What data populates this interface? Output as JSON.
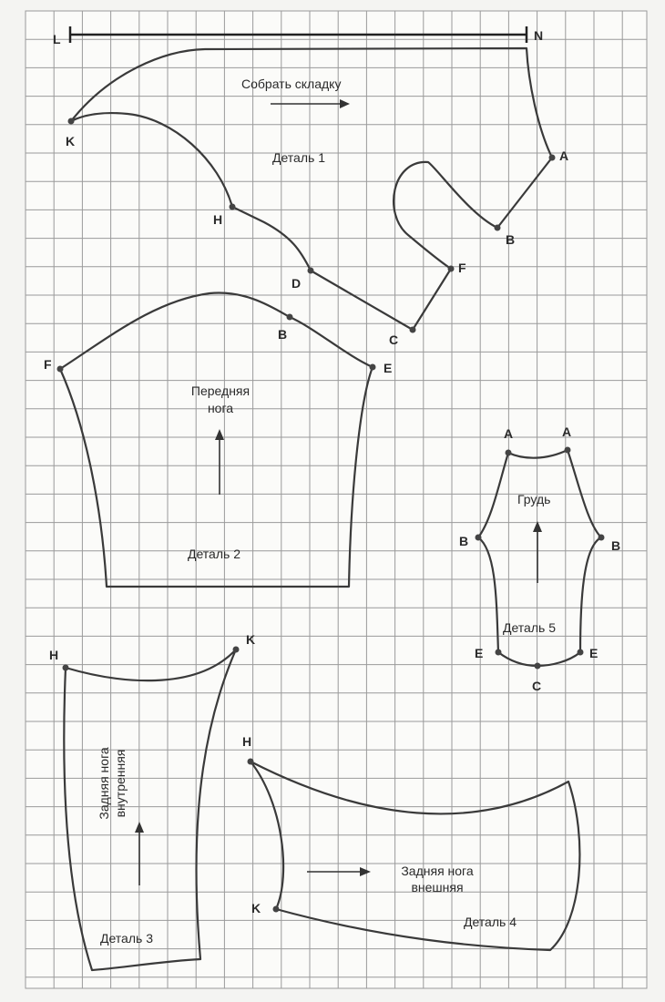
{
  "colors": {
    "line": "#3a3a3a",
    "grid": "#9a9a9a",
    "paper": "#f4f4f2"
  },
  "top_bar": {
    "left_label": "L",
    "right_label": "N"
  },
  "detail1": {
    "title": "Деталь 1",
    "instruction": "Собрать складку",
    "points": {
      "K": "K",
      "H": "H",
      "D": "D",
      "C": "C",
      "F": "F",
      "B": "B",
      "A": "A"
    }
  },
  "detail2": {
    "title": "Деталь 2",
    "label_line1": "Передняя",
    "label_line2": "нога",
    "points": {
      "F": "F",
      "B": "B",
      "E": "E"
    }
  },
  "detail3": {
    "title": "Деталь 3",
    "label_line1": "Задняя нога",
    "label_line2": "внутренняя",
    "points": {
      "H": "H",
      "K": "K"
    }
  },
  "detail4": {
    "title": "Деталь 4",
    "label_line1": "Задняя нога",
    "label_line2": "внешняя",
    "points": {
      "H": "H",
      "K": "K"
    }
  },
  "detail5": {
    "title": "Деталь 5",
    "label": "Грудь",
    "points": {
      "A1": "A",
      "A2": "A",
      "B1": "B",
      "B2": "B",
      "E1": "E",
      "E2": "E",
      "C": "C"
    }
  }
}
